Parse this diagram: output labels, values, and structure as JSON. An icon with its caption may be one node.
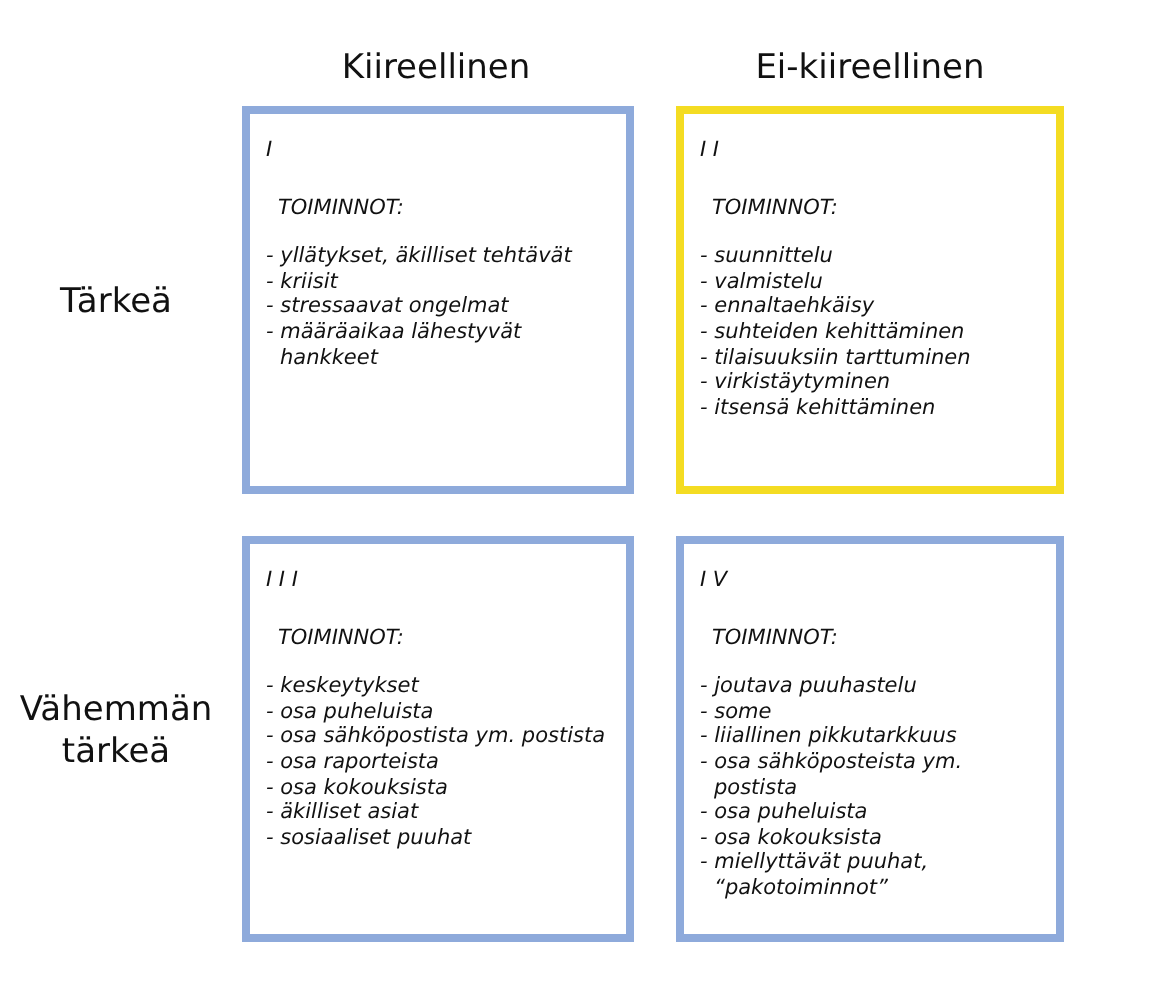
{
  "diagram": {
    "nodes": [
      {
        "text": [
          "I",
          "TOIMINNOT:",
          "- yllätykset, äkilliset tehtävät",
          "- kriisit",
          "- stressaavat ongelmat",
          "- määräaikaa lähestyvät hankkeet"
        ]
      },
      {
        "text": [
          "I I",
          "TOIMINNOT:",
          "- suunnittelu",
          "- valmistelu",
          "- ennaltaehkäisy",
          "- suhteiden kehittäminen",
          "- tilaisuuksiin tarttuminen",
          "- virkistäytyminen",
          "- itsensä kehittäminen"
        ]
      },
      {
        "text": [
          "I I I",
          "TOIMINNOT:",
          "- keskeytykset",
          "- osa puheluista",
          "- osa sähköpostista ym. postista",
          "- osa raporteista",
          "- osa kokouksista",
          "- äkilliset asiat",
          "- sosiaaliset puuhat"
        ]
      },
      {
        "text": [
          "I V",
          "TOIMINNOT:",
          "- joutava puuhastelu",
          "- some",
          "- liiallinen pikkutarkkuus",
          "- osa sähköposteista ym. postista",
          "- osa puheluista",
          "- osa kokouksista",
          "- miellyttävät puuhat, “pakotoiminnot”"
        ]
      }
    ],
    "labels": [
      "Kiireellinen",
      "Ei-kiireellinen",
      "Tärkeä",
      "Vähemmän tärkeä"
    ]
  }
}
